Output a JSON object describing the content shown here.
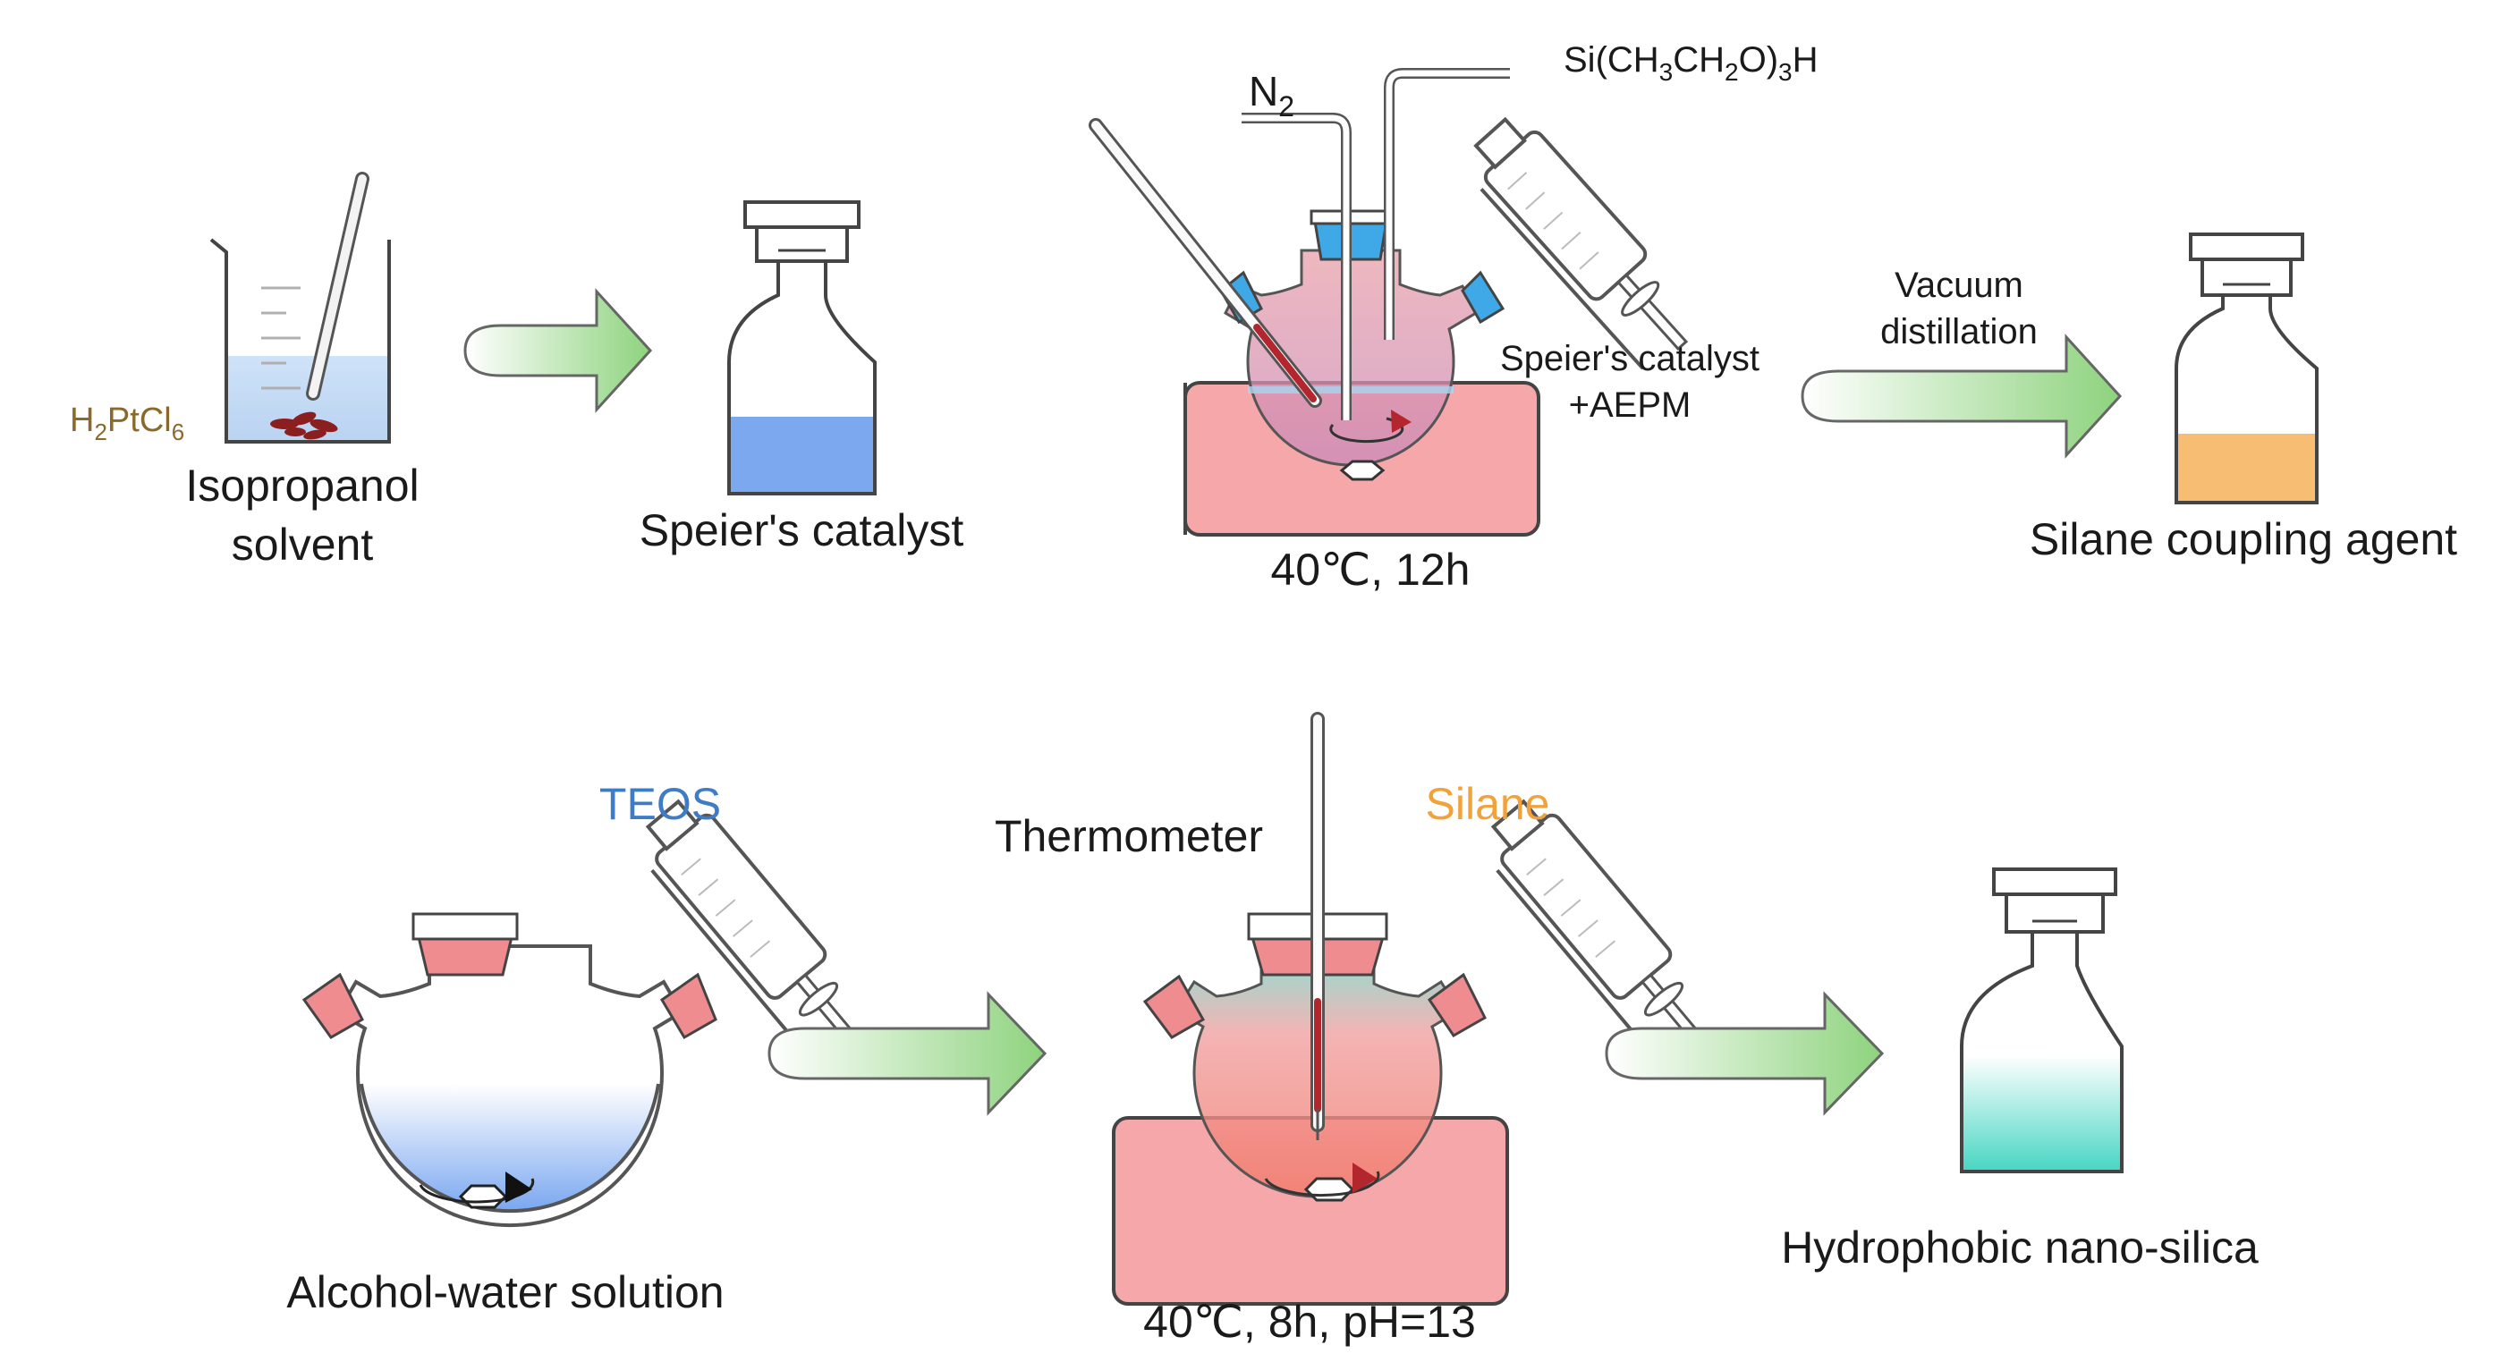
{
  "colors": {
    "arrow_start": "#ffffff",
    "arrow_end": "#8ed37e",
    "catalyst_blue": "#7ba8ee",
    "silane_orange": "#f6bd73",
    "bath_pink": "#f6a7aa",
    "teos_blue": "#3f7cc7",
    "silane_label": "#f2a23a",
    "pt_label": "#8a6a2a",
    "teal": "#49d3c3",
    "stopper_pink": "#ef8c8f",
    "stopper_blue": "#3fa8e6"
  },
  "labels": {
    "h2ptcl6": {
      "main": "H",
      "s1": "2",
      "mid": "PtCl",
      "s2": "6"
    },
    "isopropanol_line1": "Isopropanol",
    "isopropanol_line2": "solvent",
    "speiers_catalyst": "Speier's catalyst",
    "n2": {
      "main": "N",
      "sub": "2"
    },
    "silane_formula": {
      "p1": "Si(CH",
      "s1": "3",
      "p2": "CH",
      "s2": "2",
      "p3": "O)",
      "s3": "3",
      "p4": "H"
    },
    "catalyst_aepm_line1": "Speier's catalyst",
    "catalyst_aepm_line2": "+AEPM",
    "cond1": "40℃, 12h",
    "vacuum_line1": "Vacuum",
    "vacuum_line2": "distillation",
    "silane_coupling_agent": "Silane coupling agent",
    "teos": "TEOS",
    "alcohol_water": "Alcohol-water solution",
    "thermometer": "Thermometer",
    "silane": "Silane",
    "cond2": "40℃, 8h, pH=13",
    "hydrophobic": "Hydrophobic nano-silica"
  },
  "icons": [
    "beaker-icon",
    "bottle-icon",
    "three-neck-flask-icon",
    "dropping-funnel-icon",
    "thermometer-icon",
    "stir-bar-icon",
    "water-bath-icon",
    "process-arrow-icon"
  ]
}
